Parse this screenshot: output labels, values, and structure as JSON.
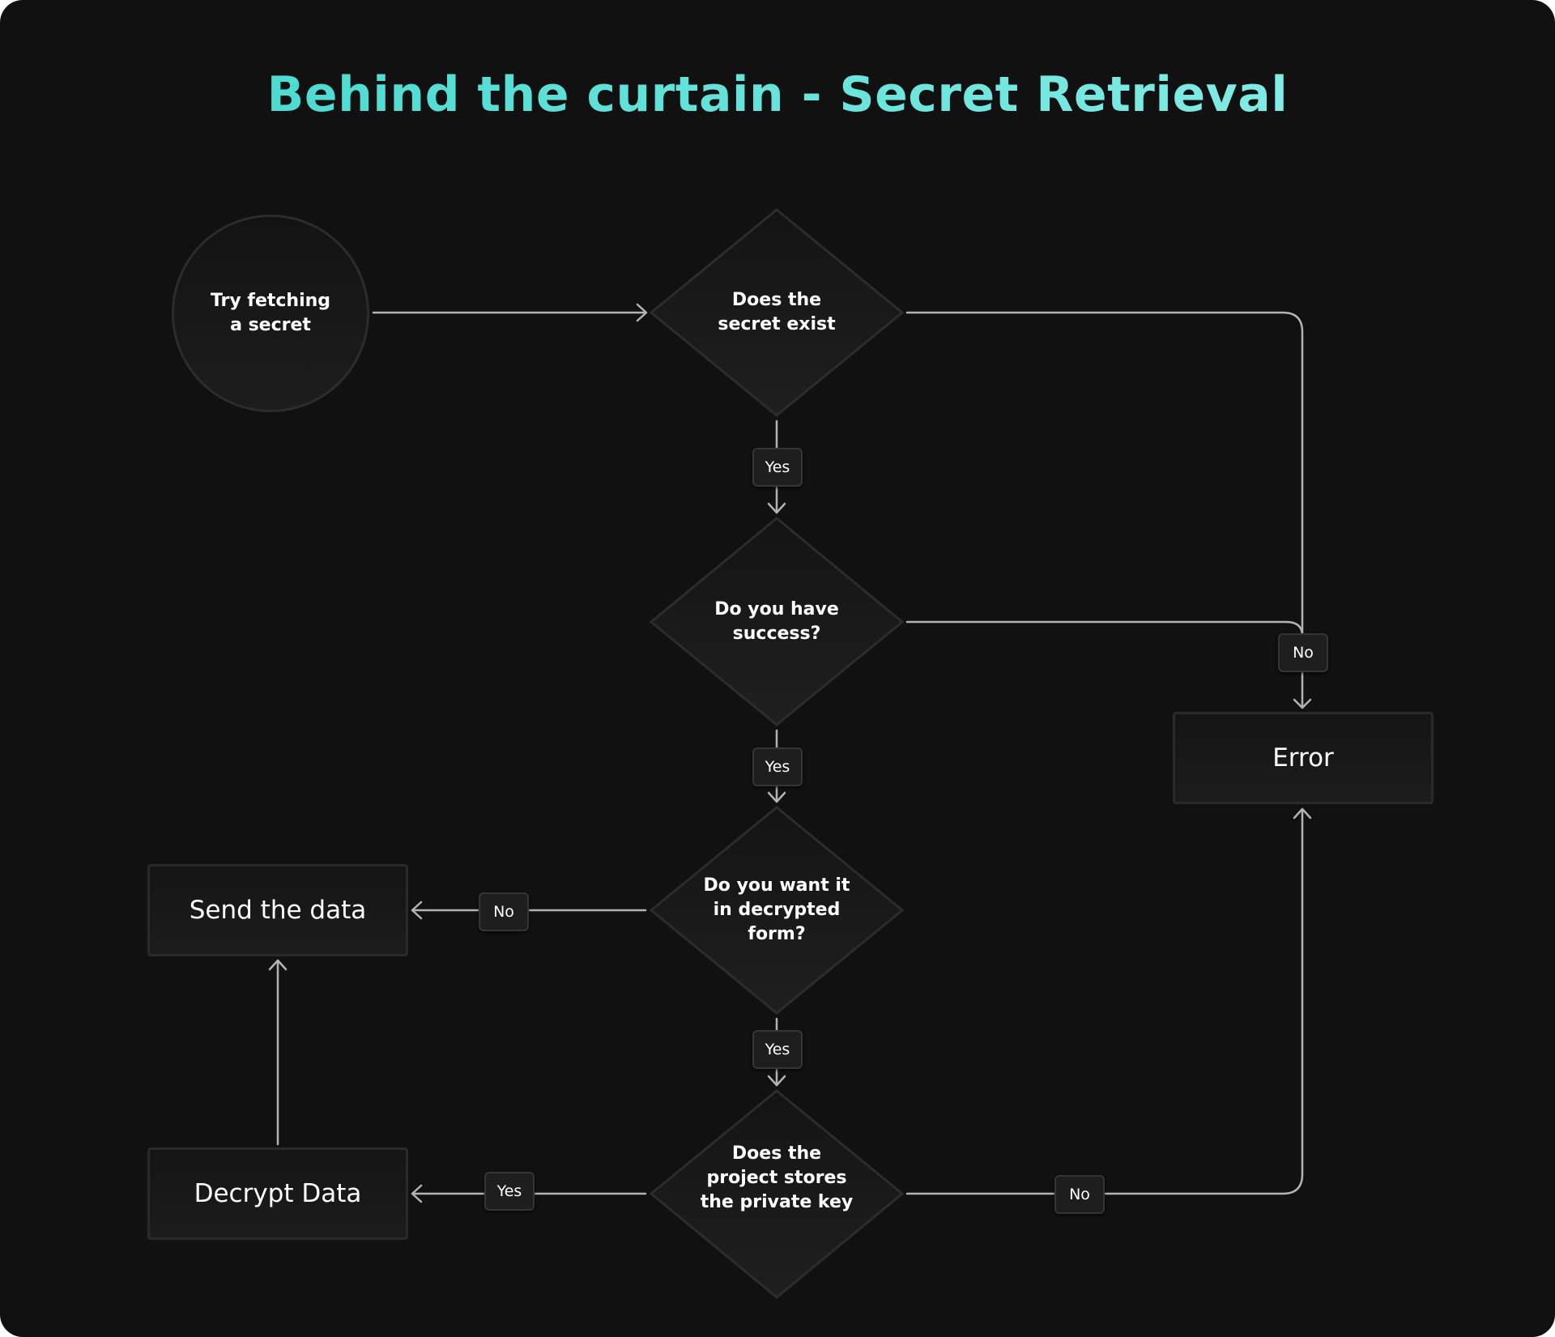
{
  "title": "Behind the curtain - Secret Retrieval",
  "nodes": {
    "start": "Try fetching\na secret",
    "exists": "Does the\nsecret exist",
    "success": "Do you have\nsuccess?",
    "decrypted": "Do you want it\nin decrypted\nform?",
    "private_key": "Does the\nproject stores\nthe private key",
    "error": "Error",
    "send_data": "Send the data",
    "decrypt_data": "Decrypt Data"
  },
  "edge_labels": {
    "exists_yes": "Yes",
    "success_yes": "Yes",
    "error_no": "No",
    "decrypted_no": "No",
    "decrypted_yes": "Yes",
    "private_key_yes": "Yes",
    "private_key_no": "No"
  },
  "colors": {
    "background": "#111111",
    "title": "#5fe0d6",
    "connector": "#b3b3b3",
    "node_border": "#2c2c2c"
  }
}
